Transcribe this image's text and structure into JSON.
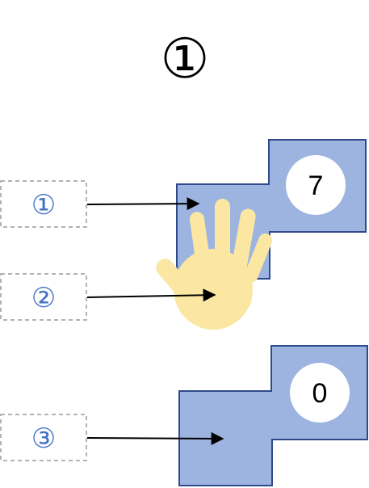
{
  "title": "①",
  "labels": {
    "one": "①",
    "two": "②",
    "three": "③"
  },
  "tiles": [
    {
      "badge_value": "7"
    },
    {
      "badge_value": "0"
    }
  ],
  "colors": {
    "tile_fill": "#9db4e0",
    "tile_stroke": "#2f4a8a",
    "label_text": "#4472c4",
    "label_border": "#9a9a9a",
    "hand": "#fbe7a1"
  },
  "icons": {
    "hand": "open-hand-icon"
  }
}
